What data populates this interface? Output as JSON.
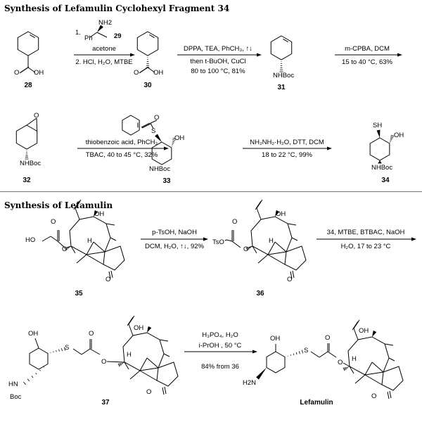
{
  "titles": {
    "fragment": "Synthesis of Lefamulin Cyclohexyl Fragment 34",
    "main": "Synthesis of Lefamulin"
  },
  "compounds": {
    "c28": "28",
    "c29": "29",
    "c30": "30",
    "c31": "31",
    "c32": "32",
    "c33": "33",
    "c34": "34",
    "c35": "35",
    "c36": "36",
    "c37": "37",
    "final": "Lefamulin"
  },
  "atoms": {
    "oh": "OH",
    "o": "O",
    "ph": "Ph",
    "nh2": "NH2",
    "nhboc": "NHBoc",
    "sh": "SH",
    "s": "S",
    "h": "H",
    "ho": "HO",
    "tso": "TsO",
    "h2n": "H2N",
    "hn": "HN",
    "boc": "Boc"
  },
  "steps": {
    "s1": {
      "a": "1.",
      "b": "acetone",
      "c": "2. HCl, H₂O, MTBE"
    },
    "s2": {
      "a": "DPPA, TEA, PhCH₃, ↑↓",
      "b": "then t-BuOH, CuCl",
      "c": "80 to 100 °C, 81%"
    },
    "s3": {
      "a": "m-CPBA, DCM",
      "b": "15 to 40 °C, 63%"
    },
    "s4": {
      "a": "thiobenzoic acid, PhCH₃",
      "b": "TBAC, 40 to 45 °C, 32%"
    },
    "s5": {
      "a": "NH₂NH₂·H₂O, DTT, DCM",
      "b": "18 to 22 °C, 99%"
    },
    "s6": {
      "a": "p-TsOH, NaOH",
      "b": "DCM, H₂O, ↑↓,  92%"
    },
    "s7": {
      "a": "34, MTBE, BTBAC, NaOH",
      "b": "H₂O, 17 to 23 °C"
    },
    "s8": {
      "a": "H₃PO₄, H₂O",
      "b": "i-PrOH , 50 °C",
      "c": "84% from 36"
    }
  }
}
